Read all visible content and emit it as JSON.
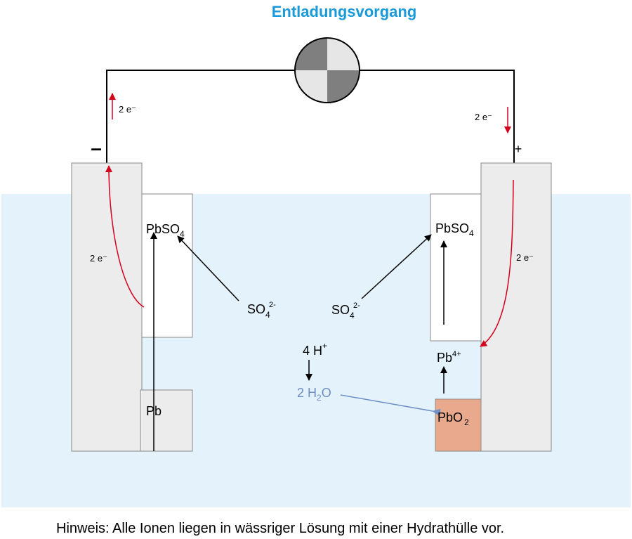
{
  "title": "Entladungsvorgang",
  "note": "Hinweis: Alle Ionen liegen in wässriger Lösung mit einer Hydrathülle vor.",
  "electrodes": {
    "negative_sign": "–",
    "positive_sign": "+"
  },
  "labels": {
    "electrons_top_left": "2 e⁻",
    "electrons_top_right": "2 e⁻",
    "electrons_left": "2 e⁻",
    "electrons_right": "2 e⁻",
    "pbso4_left_main": "PbSO",
    "pbso4_left_sub": "4",
    "pbso4_right_main": "PbSO",
    "pbso4_right_sub": "4",
    "so4_left_main": "SO",
    "so4_left_sub": "4",
    "so4_left_sup": "2-",
    "so4_right_main": "SO",
    "so4_right_sub": "4",
    "so4_right_sup": "2-",
    "h_main": "4 H",
    "h_sup": "+",
    "water_a": "2 H",
    "water_sub": "2",
    "water_b": "O",
    "pb4_main": "Pb",
    "pb4_sup": "4+",
    "pb": "Pb",
    "pbo2_main": "PbO",
    "pbo2_sub": "2"
  },
  "colors": {
    "title": "#1a9ad9",
    "electrolyte": "#e4f2fb",
    "electrode": "#ececec",
    "pbo2": "#e9a98c",
    "electron_arrow": "#d4001c",
    "water": "#6d8fc6",
    "wire": "#000000"
  }
}
